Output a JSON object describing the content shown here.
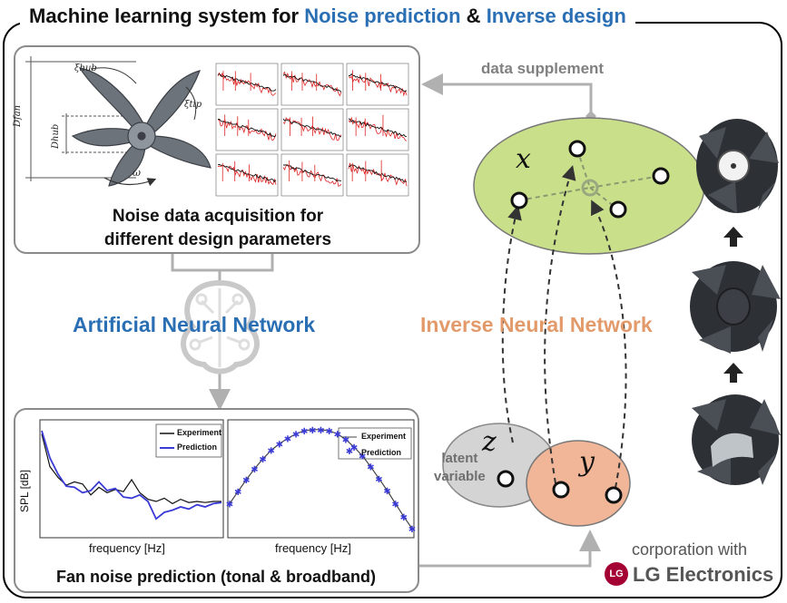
{
  "title": {
    "prefix": "Machine learning system for ",
    "highlight_1": "Noise prediction",
    "joiner": " & ",
    "highlight_2": "Inverse design"
  },
  "acquisition_panel": {
    "caption_line1": "Noise data acquisition for",
    "caption_line2": "different design parameters",
    "fan_labels": {
      "xi_hub": "ξhub",
      "xi_tip": "ξtip",
      "d_fan": "Dfan",
      "d_hub": "Dhub",
      "omega": "ω"
    }
  },
  "ann_label": "Artificial Neural Network",
  "inn_label": "Inverse Neural Network",
  "data_supplement_label": "data supplement",
  "prediction_panel": {
    "caption": "Fan noise prediction (tonal & broadband)",
    "ylabel": "SPL [dB]",
    "xlabel_left": "frequency [Hz]",
    "xlabel_right": "frequency [Hz]",
    "legend": {
      "experiment": "Experiment",
      "prediction": "Prediction"
    }
  },
  "latent_space": {
    "x_symbol": "x",
    "z_symbol": "z",
    "y_symbol": "y",
    "latent_label_line1": "latent",
    "latent_label_line2": "variable"
  },
  "credit": {
    "text": "corporation with",
    "brand_mark": "LG",
    "brand": "LG Electronics"
  },
  "colors": {
    "title_blue": "#2a6fb4",
    "inn_orange": "#e39a6a",
    "x_space_fill": "#c9df8a",
    "y_space_fill": "#f1b597",
    "z_space_fill": "#d4d4d4",
    "brand_red": "#a50034"
  },
  "chart_data": [
    {
      "type": "line",
      "title": "",
      "xlabel": "frequency [Hz]",
      "ylabel": "SPL [dB]",
      "legend": "top-right",
      "series": [
        {
          "name": "Experiment",
          "values": [
            0.92,
            0.62,
            0.52,
            0.45,
            0.48,
            0.46,
            0.36,
            0.43,
            0.38,
            0.41,
            0.39,
            0.5,
            0.38,
            0.32,
            0.3,
            0.33,
            0.28,
            0.32,
            0.29,
            0.3,
            0.29,
            0.3,
            0.3
          ]
        },
        {
          "name": "Prediction",
          "values": [
            0.95,
            0.7,
            0.55,
            0.44,
            0.43,
            0.38,
            0.4,
            0.48,
            0.4,
            0.42,
            0.34,
            0.33,
            0.36,
            0.3,
            0.14,
            0.2,
            0.22,
            0.25,
            0.23,
            0.27,
            0.25,
            0.28,
            0.29
          ]
        }
      ]
    },
    {
      "type": "line",
      "title": "",
      "xlabel": "frequency [Hz]",
      "ylabel": "",
      "legend": "top-right",
      "series": [
        {
          "name": "Experiment",
          "values": [
            0.28,
            0.39,
            0.5,
            0.6,
            0.69,
            0.77,
            0.83,
            0.88,
            0.92,
            0.95,
            0.96,
            0.96,
            0.95,
            0.92,
            0.87,
            0.8,
            0.72,
            0.62,
            0.51,
            0.4,
            0.28,
            0.16,
            0.05
          ]
        },
        {
          "name": "Prediction",
          "values": [
            0.28,
            0.39,
            0.5,
            0.6,
            0.69,
            0.77,
            0.83,
            0.88,
            0.92,
            0.95,
            0.96,
            0.96,
            0.95,
            0.92,
            0.87,
            0.8,
            0.72,
            0.62,
            0.51,
            0.4,
            0.28,
            0.16,
            0.05
          ]
        }
      ]
    }
  ]
}
